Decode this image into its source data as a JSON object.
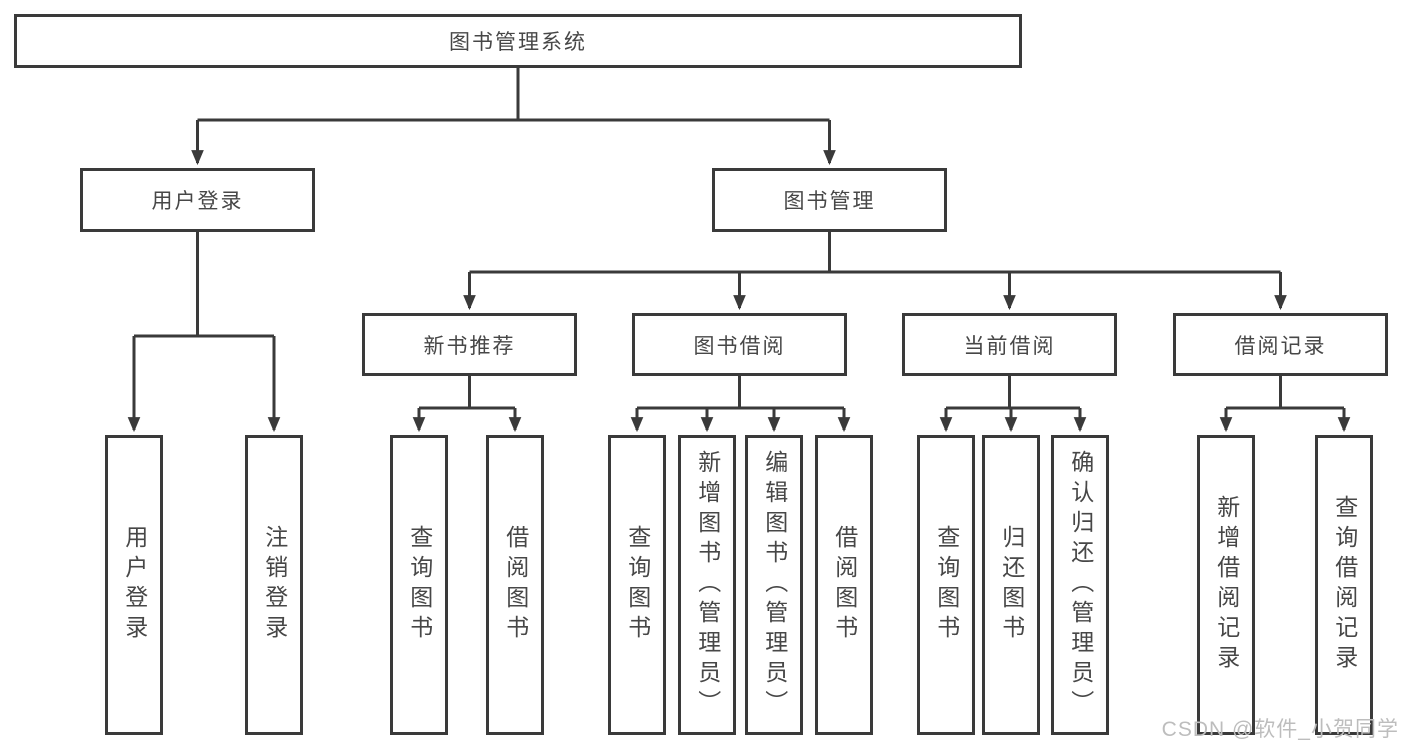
{
  "title": "图书管理系统",
  "level2": [
    {
      "label": "用户登录"
    },
    {
      "label": "图书管理"
    }
  ],
  "level3": [
    {
      "label": "新书推荐"
    },
    {
      "label": "图书借阅"
    },
    {
      "label": "当前借阅"
    },
    {
      "label": "借阅记录"
    }
  ],
  "leaves": {
    "login": [
      {
        "label": "用户登录"
      },
      {
        "label": "注销登录"
      }
    ],
    "recommend": [
      {
        "label": "查询图书"
      },
      {
        "label": "借阅图书"
      }
    ],
    "borrow": [
      {
        "label": "查询图书"
      },
      {
        "label": "新增图书（管理员）"
      },
      {
        "label": "编辑图书（管理员）"
      },
      {
        "label": "借阅图书"
      }
    ],
    "current": [
      {
        "label": "查询图书"
      },
      {
        "label": "归还图书"
      },
      {
        "label": "确认归还（管理员）"
      }
    ],
    "records": [
      {
        "label": "新增借阅记录"
      },
      {
        "label": "查询借阅记录"
      }
    ]
  },
  "watermark": "CSDN @软件_小贺同学",
  "colors": {
    "line": "#3a3a3a",
    "text": "#474747",
    "watermark": "#bdbdbd",
    "background": "#ffffff"
  }
}
